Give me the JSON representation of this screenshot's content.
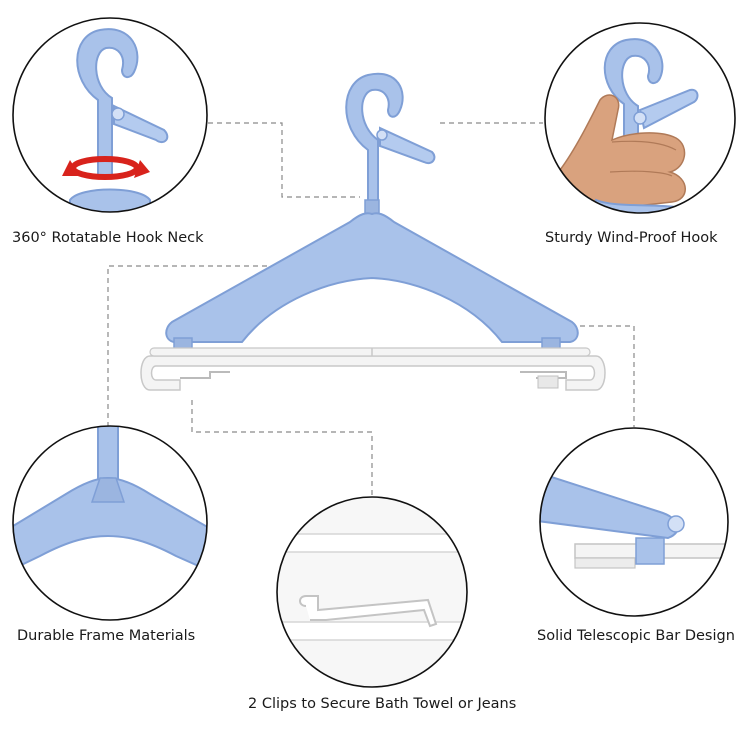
{
  "captions": {
    "rotatable_neck": "360° Rotatable Hook Neck",
    "windproof_hook": "Sturdy Wind-Proof Hook",
    "frame_materials": "Durable Frame Materials",
    "telescopic_bar": "Solid Telescopic Bar Design",
    "clips": "2 Clips to Secure Bath Towel or Jeans"
  },
  "colors": {
    "hanger_blue": "#a9c2ea",
    "hanger_blue_dark": "#7f9fd6",
    "bar_white": "#f4f4f4",
    "circle_border": "#111111",
    "leader_line": "#888888",
    "arrow_red": "#d8231c",
    "skin": "#d9a27e"
  }
}
